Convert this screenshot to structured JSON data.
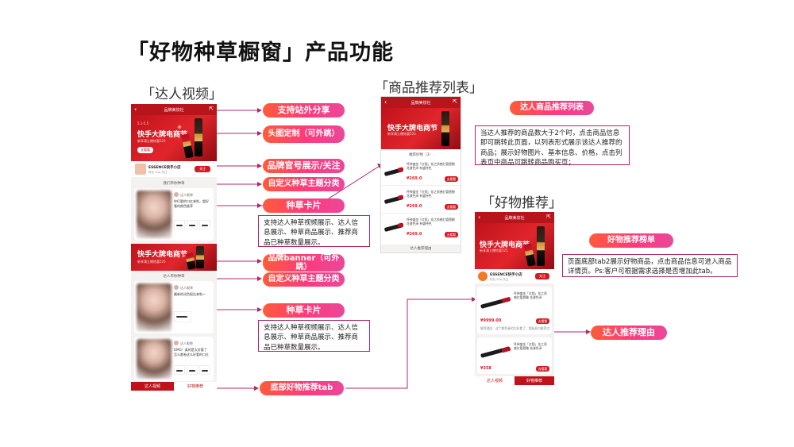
{
  "title": "「好物种草橱窗」产品功能",
  "sections": {
    "daren_video": "「达人视频」",
    "product_list": "「商品推荐列表」",
    "haowu": "「好物推荐」"
  },
  "phone1": {
    "nav_title": "品牌美妆社",
    "banner_title": "快手大牌电商节",
    "banner_sub": "新享满立赠惊喜525",
    "banner_btn": "去看看",
    "brand_name": "ESSENCE快手小店",
    "brand_meta": "粉丝 20w 关注",
    "follow_btn": "关注",
    "section1": "我们带你种草",
    "card1_name": "达人昵称",
    "card1_text": "你们要的口红来啦，超好看的颜色推荐",
    "banner2_title": "快手大牌电商节",
    "banner2_sub": "新享满立赠惊喜525",
    "section2": "达人带你种草",
    "card2_name": "达人昵称",
    "card2_text": "最新的试色报告来啦～",
    "card3_name": "达人昵称",
    "card3_text": "OMG！真的是太好看了 怎么都有这么好看的口红",
    "tab_left": "达人视频",
    "tab_right": "好物推荐"
  },
  "phone2": {
    "nav_title": "品牌美妆社",
    "banner_title": "快手大牌电商节",
    "banner_sub": "新享满立赠惊喜525",
    "list_title": "推荐好物（3）",
    "item_desc": "怀神盛金「红毯」花之质感红管唇釉 花漾色泽 有盛持色",
    "price": "¥269.0",
    "buy_btn": "去看看",
    "footer": "达人推荐理由"
  },
  "phone3": {
    "nav_title": "品牌美妆社",
    "banner_title": "快手大牌电商节",
    "banner_sub": "新享满立赠惊喜525",
    "brand_name": "ESSENCE快手小店",
    "brand_meta": "粉丝 20w 关注",
    "follow_btn": "关注",
    "item1_desc": "怀神盛金「红毯」花之质感红管唇釉 花漾色泽",
    "item1_price": "¥9999.00",
    "reason": "推荐理由：这个颜色真的太好看了，超级显白推荐大家入手",
    "item2_desc": "怀神盛金「红毯」花之质感红管唇釉 花漾色泽",
    "item2_price": "¥358",
    "buy_btn": "去看看",
    "tab_left": "达人视频",
    "tab_right": "好物推荐"
  },
  "annotations": {
    "share": "支持站外分享",
    "header_custom": "头图定制（可外跳）",
    "brand_follow": "品牌官号展示/关注",
    "custom_category": "自定义种草主题分类",
    "card1_pill": "种草卡片",
    "card1_note": "支持达人种草视频展示、达人信息展示、种草商品展示、推荐商品已种草数量展示。",
    "brand_banner": "品牌banner（可外跳）",
    "custom_category2": "自定义种草主题分类",
    "card2_pill": "种草卡片",
    "card2_note": "支持达人种草视频展示、达人信息展示、种草商品展示、推荐商品已种草数量展示。",
    "bottom_tab": "底部好物推荐tab",
    "rec_list_pill": "达人商品推荐列表",
    "rec_list_note": "当达人推荐的商品数大于2个时，点击商品信息即可跳转此页面，以列表形式展示该达人推荐的商品；展示好物图片、基本信息、价格，点击列表页中商品可跳转商品购买页；",
    "haowu_pill": "好物推荐榜单",
    "haowu_note": "页面底部tab2展示好物商品，点击商品信息可进入商品详情页。Ps:客户可根据需求选择是否增加此tab。",
    "reason_pill": "达人推荐理由"
  },
  "colors": {
    "brand_red": "#c0121b",
    "pill_start": "#ff5b3a",
    "pill_end": "#e9489a",
    "connector": "#b0276b"
  }
}
